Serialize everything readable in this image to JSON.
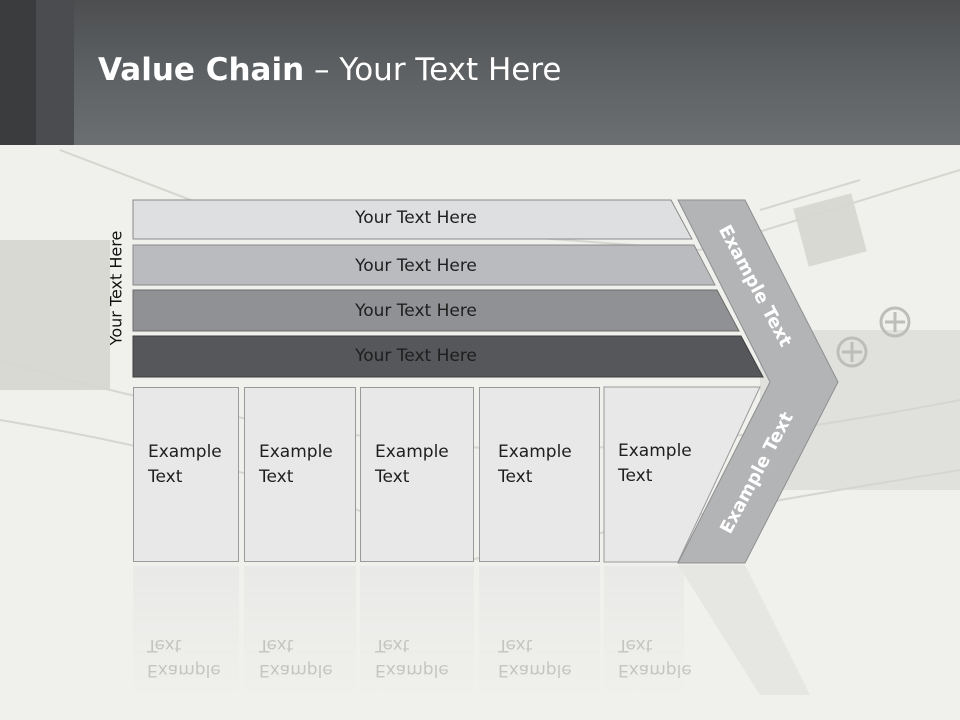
{
  "header": {
    "title_bold": "Value Chain",
    "title_rest": " – Your Text Here"
  },
  "side_label": "Your Text Here",
  "bars": [
    {
      "label": "Your Text Here",
      "color": "#dedfe1"
    },
    {
      "label": "Your Text Here",
      "color": "#b9bbbe"
    },
    {
      "label": "Your Text Here",
      "color": "#8f9194"
    },
    {
      "label": "Your Text Here",
      "color": "#55575a"
    }
  ],
  "boxes": [
    {
      "line1": "Example",
      "line2": "Text"
    },
    {
      "line1": "Example",
      "line2": "Text"
    },
    {
      "line1": "Example",
      "line2": "Text"
    },
    {
      "line1": "Example",
      "line2": "Text"
    },
    {
      "line1": "Example",
      "line2": "Text"
    }
  ],
  "arrow": {
    "upper_text": "Example Text",
    "lower_text": "Example Text",
    "color": "#b3b4b6"
  }
}
